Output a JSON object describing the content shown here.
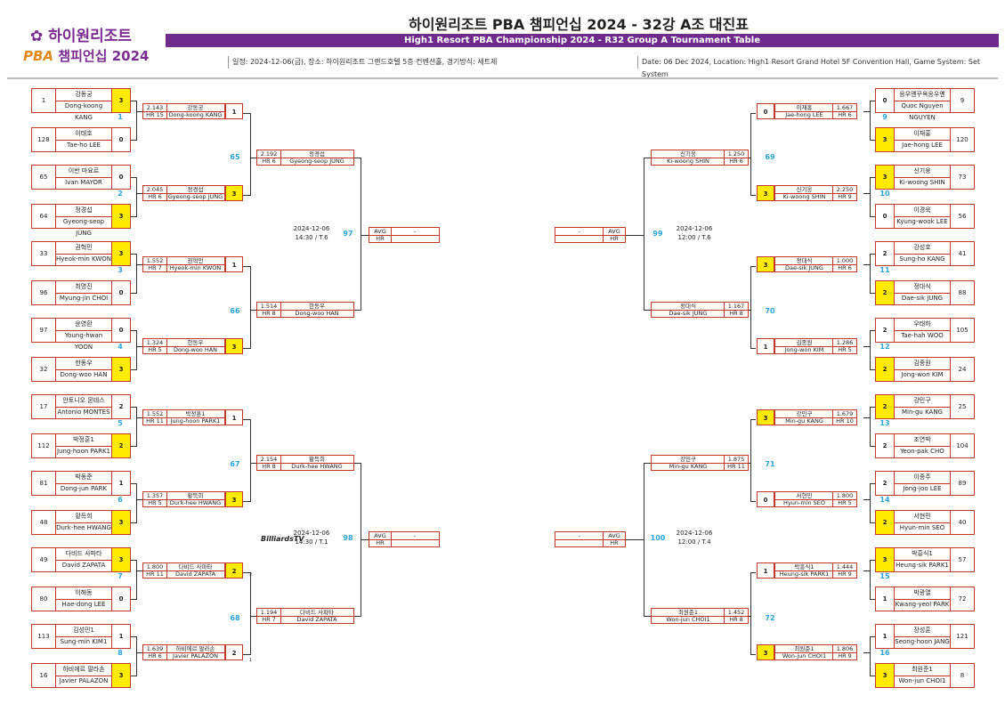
{
  "header": {
    "title": "하이원리조트 PBA 챔피언십 2024 - 32강 A조 대진표",
    "subtitle": "High1 Resort PBA Championship 2024 - R32 Group A Tournament Table",
    "info_ko": "일정: 2024-12-06(금), 장소: 하이원리조트 그랜드호텔 5층 컨벤션홀, 경기방식: 세트제",
    "info_en": "Date: 06 Dec 2024, Location: High1 Resort Grand Hotel 5F Convention Hall, Game System: Set System",
    "logo_line1": "하이원리조트",
    "logo_pba": "PBA",
    "logo_line2": "챔피언십 2024"
  },
  "colors": {
    "brand": "#6f2b8c",
    "winner": "#ffeb00",
    "box_border": "#c0392b",
    "match_number": "#29a3d9"
  },
  "left_players": [
    {
      "seed": "1",
      "nm": "강동궁",
      "en": "Dong-koong KANG",
      "sc": "3",
      "w": true
    },
    {
      "seed": "128",
      "nm": "이태호",
      "en": "Tae-ho LEE",
      "sc": "0",
      "w": false
    },
    {
      "seed": "65",
      "nm": "이반 마요르",
      "en": "Ivan MAYOR",
      "sc": "0",
      "w": false
    },
    {
      "seed": "64",
      "nm": "정경섭",
      "en": "Gyeong-seop JUNG",
      "sc": "3",
      "w": true
    },
    {
      "seed": "33",
      "nm": "권혁민",
      "en": "Hyeok-min KWON",
      "sc": "3",
      "w": true
    },
    {
      "seed": "96",
      "nm": "최명진",
      "en": "Myung-jin CHOI",
      "sc": "0",
      "w": false
    },
    {
      "seed": "97",
      "nm": "윤영환",
      "en": "Young-hwan YOON",
      "sc": "0",
      "w": false
    },
    {
      "seed": "32",
      "nm": "한동우",
      "en": "Dong-woo HAN",
      "sc": "3",
      "w": true
    },
    {
      "seed": "17",
      "nm": "안토니오 몬테스",
      "en": "Antonio MONTES",
      "sc": "2",
      "w": false
    },
    {
      "seed": "112",
      "nm": "박정훈1",
      "en": "Jung-hoon PARK1",
      "sc": "2",
      "w": true
    },
    {
      "seed": "81",
      "nm": "박동준",
      "en": "Dong-jun PARK",
      "sc": "1",
      "w": false
    },
    {
      "seed": "48",
      "nm": "황득희",
      "en": "Durk-hee HWANG",
      "sc": "3",
      "w": true
    },
    {
      "seed": "49",
      "nm": "다비드 사파타",
      "en": "David ZAPATA",
      "sc": "3",
      "w": true
    },
    {
      "seed": "80",
      "nm": "이해동",
      "en": "Hae-dong LEE",
      "sc": "0",
      "w": false
    },
    {
      "seed": "113",
      "nm": "김성민1",
      "en": "Sung-min KIM1",
      "sc": "1",
      "w": false
    },
    {
      "seed": "16",
      "nm": "하비에르 팔라손",
      "en": "Javier PALAZON",
      "sc": "3",
      "w": true
    }
  ],
  "right_players": [
    {
      "seed": "9",
      "nm": "응우옌꾸옥응우옌",
      "en": "Quoc Nguyen NGUYEN",
      "sc": "0",
      "w": false
    },
    {
      "seed": "120",
      "nm": "이재홍",
      "en": "Jae-hong LEE",
      "sc": "3",
      "w": true
    },
    {
      "seed": "73",
      "nm": "신기웅",
      "en": "Ki-woong SHIN",
      "sc": "3",
      "w": true
    },
    {
      "seed": "56",
      "nm": "이경욱",
      "en": "Kyung-wook LEE",
      "sc": "0",
      "w": false
    },
    {
      "seed": "41",
      "nm": "강성호",
      "en": "Sung-ho KANG",
      "sc": "2",
      "w": false
    },
    {
      "seed": "88",
      "nm": "정대식",
      "en": "Dae-sik JUNG",
      "sc": "2",
      "w": true
    },
    {
      "seed": "105",
      "nm": "우태하",
      "en": "Tae-hah WOO",
      "sc": "2",
      "w": false
    },
    {
      "seed": "24",
      "nm": "김종원",
      "en": "Jong-won KIM",
      "sc": "2",
      "w": true
    },
    {
      "seed": "25",
      "nm": "강민구",
      "en": "Min-gu KANG",
      "sc": "2",
      "w": true
    },
    {
      "seed": "104",
      "nm": "조연박",
      "en": "Yeon-pak CHO",
      "sc": "2",
      "w": false
    },
    {
      "seed": "89",
      "nm": "이종주",
      "en": "Jong-joo LEE",
      "sc": "2",
      "w": false
    },
    {
      "seed": "40",
      "nm": "서현민",
      "en": "Hyun-min SEO",
      "sc": "2",
      "w": true
    },
    {
      "seed": "57",
      "nm": "박흥식1",
      "en": "Heung-sik PARK1",
      "sc": "3",
      "w": true
    },
    {
      "seed": "72",
      "nm": "박광열",
      "en": "Kwang-yeol PARK",
      "sc": "1",
      "w": false
    },
    {
      "seed": "121",
      "nm": "장성훈",
      "en": "Seong-hoon JANG",
      "sc": "1",
      "w": false
    },
    {
      "seed": "8",
      "nm": "최원준1",
      "en": "Won-jun CHOI1",
      "sc": "3",
      "w": true
    }
  ],
  "left_r2": [
    {
      "avg": "2.143",
      "hr": "HR 15",
      "nm": "강동궁",
      "en": "Dong-koong KANG",
      "sc": "1",
      "w": false
    },
    {
      "avg": "2.045",
      "hr": "HR 6",
      "nm": "정경섭",
      "en": "Gyeong-seop JUNG",
      "sc": "3",
      "w": true
    },
    {
      "avg": "1.552",
      "hr": "HR 7",
      "nm": "권혁민",
      "en": "Hyeok-min KWON",
      "sc": "1",
      "w": false
    },
    {
      "avg": "1.324",
      "hr": "HR 5",
      "nm": "한동우",
      "en": "Dong-woo HAN",
      "sc": "3",
      "w": true
    },
    {
      "avg": "1.552",
      "hr": "HR 11",
      "nm": "박정훈1",
      "en": "Jung-hoon PARK1",
      "sc": "1",
      "w": false
    },
    {
      "avg": "1.357",
      "hr": "HR 5",
      "nm": "황득희",
      "en": "Durk-hee HWANG",
      "sc": "3",
      "w": true
    },
    {
      "avg": "1.800",
      "hr": "HR 11",
      "nm": "다비드 사파타",
      "en": "David ZAPATA",
      "sc": "2",
      "w": true
    },
    {
      "avg": "1.639",
      "hr": "HR 6",
      "nm": "하비에르 팔라손",
      "en": "Javier PALAZON",
      "sc": "2",
      "w": false
    }
  ],
  "right_r2": [
    {
      "avg": "1.667",
      "hr": "HR 6",
      "nm": "이재홍",
      "en": "Jae-hong LEE",
      "sc": "0",
      "w": false
    },
    {
      "avg": "2.250",
      "hr": "HR 9",
      "nm": "신기웅",
      "en": "Ki-woong SHIN",
      "sc": "3",
      "w": true
    },
    {
      "avg": "1.000",
      "hr": "HR 6",
      "nm": "정대식",
      "en": "Dae-sik JUNG",
      "sc": "3",
      "w": true
    },
    {
      "avg": "1.286",
      "hr": "HR 5",
      "nm": "김종원",
      "en": "Jong-won KIM",
      "sc": "1",
      "w": false
    },
    {
      "avg": "1.679",
      "hr": "HR 10",
      "nm": "강민구",
      "en": "Min-gu KANG",
      "sc": "3",
      "w": true
    },
    {
      "avg": "1.800",
      "hr": "HR 5",
      "nm": "서현민",
      "en": "Hyun-min SEO",
      "sc": "0",
      "w": false
    },
    {
      "avg": "1.444",
      "hr": "HR 9",
      "nm": "박흥식1",
      "en": "Heung-sik PARK1",
      "sc": "1",
      "w": false
    },
    {
      "avg": "1.806",
      "hr": "HR 9",
      "nm": "최원준1",
      "en": "Won-jun CHOI1",
      "sc": "3",
      "w": true
    }
  ],
  "left_r3": [
    {
      "avg": "2.192",
      "hr": "HR 6",
      "nm": "정경섭",
      "en": "Gyeong-seop JUNG"
    },
    {
      "avg": "1.514",
      "hr": "HR 8",
      "nm": "한동우",
      "en": "Dong-woo HAN"
    },
    {
      "avg": "2.154",
      "hr": "HR 8",
      "nm": "황득희",
      "en": "Durk-hee HWANG"
    },
    {
      "avg": "1.194",
      "hr": "HR 7",
      "nm": "다비드 사파타",
      "en": "David ZAPATA"
    }
  ],
  "right_r3": [
    {
      "avg": "1.250",
      "hr": "HR 6",
      "nm": "신기웅",
      "en": "Ki-woong SHIN"
    },
    {
      "avg": "1.167",
      "hr": "HR 8",
      "nm": "정대식",
      "en": "Dae-sik JUNG"
    },
    {
      "avg": "1.875",
      "hr": "HR 11",
      "nm": "강민구",
      "en": "Min-gu KANG"
    },
    {
      "avg": "1.452",
      "hr": "HR 8",
      "nm": "최원준1",
      "en": "Won-jun CHOI1"
    }
  ],
  "left_r1_nums": [
    "1",
    "2",
    "3",
    "4",
    "5",
    "6",
    "7",
    "8"
  ],
  "right_r1_nums": [
    "9",
    "10",
    "11",
    "12",
    "13",
    "14",
    "15",
    "16"
  ],
  "left_r2_nums": [
    "65",
    "66",
    "67",
    "68"
  ],
  "right_r2_nums": [
    "69",
    "70",
    "71",
    "72"
  ],
  "r3_nums": [
    "97",
    "98",
    "99",
    "100"
  ],
  "finals": {
    "avg": "AVG",
    "hr": "HR",
    "dash": "-"
  },
  "schedules": [
    {
      "date": "2024-12-06",
      "time": "14:30 / T.6"
    },
    {
      "date": "2024-12-06",
      "time": "14:30 / T.1"
    },
    {
      "date": "2024-12-06",
      "time": "12:00 / T.6"
    },
    {
      "date": "2024-12-06",
      "time": "12:00 / T.4"
    }
  ],
  "tiebreak_marks": [
    "2",
    "1"
  ],
  "billiards_tv": "BilliardsTV"
}
